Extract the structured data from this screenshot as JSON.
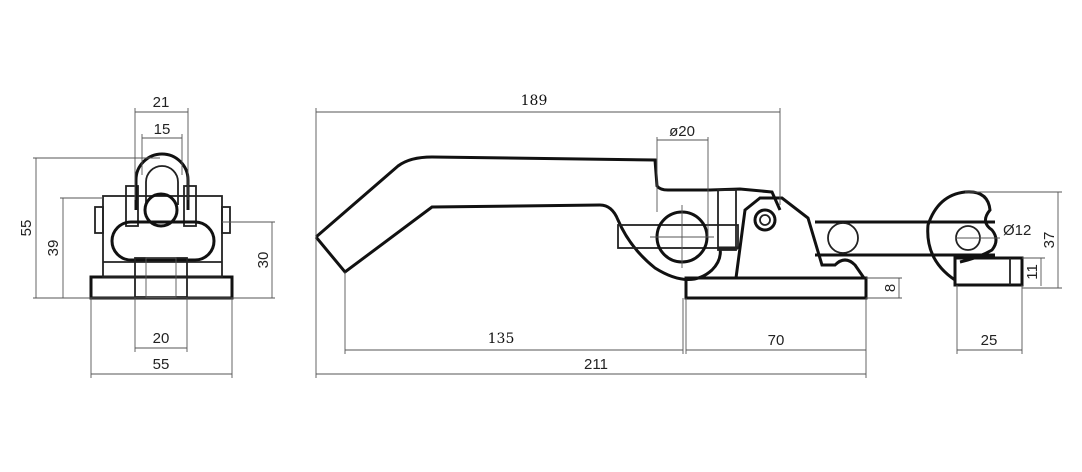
{
  "front_view": {
    "width_top_outer": "21",
    "width_top_inner": "15",
    "height_total": "55",
    "height_body": "39",
    "height_pin": "30",
    "width_bottom_block": "20",
    "width_base": "55"
  },
  "side_view": {
    "length_handle": "189",
    "diameter_pivot": "ø20",
    "diameter_hook": "Ø12",
    "height_hook": "37",
    "height_catch": "11",
    "thickness_base": "8",
    "length_handle_reach": "135",
    "length_base": "70",
    "length_total": "211",
    "width_catch": "25"
  }
}
